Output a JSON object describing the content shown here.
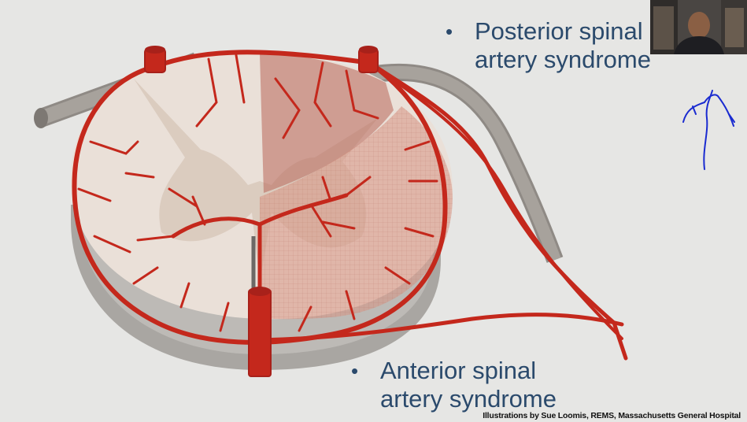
{
  "bullets": {
    "posterior": {
      "line1": "Posterior spinal",
      "line2": "artery syndrome"
    },
    "anterior": {
      "line1": "Anterior spinal",
      "line2": "artery syndrome"
    },
    "bullet_glyph": "•"
  },
  "credit": "Illustrations by Sue Loomis, REMS, Massachusetts General Hospital",
  "colors": {
    "artery": "#c4281c",
    "text": "#2b4a6c",
    "pen": "#1a2bd0",
    "posterior_shade": "#b8665a",
    "anterior_shade": "#d79383"
  },
  "icons": {
    "annotation": "hand-drawn-arrow-annotation"
  }
}
